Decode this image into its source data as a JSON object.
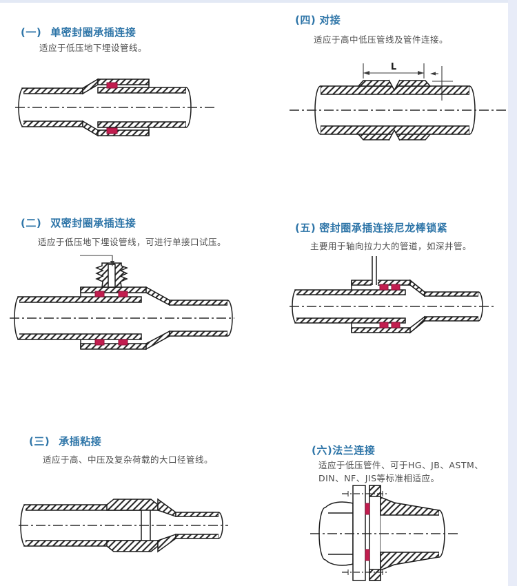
{
  "page": {
    "background": "#ffffff",
    "right_edge_strip_color": "#e8ecf8",
    "top_edge_strip_color": "#e3e9f5"
  },
  "colors": {
    "section_title": "#2e75a8",
    "body_text": "#4d4d4d",
    "drawing_line": "#1c1c1c",
    "seal_ring": "#c21d4f"
  },
  "sections": {
    "s1": {
      "num": "(一)",
      "title": "单密封圈承插连接",
      "desc": "适应于低压地下埋设管线。"
    },
    "s2": {
      "num": "(二)",
      "title": "双密封圈承插连接",
      "desc": "适应于低压地下埋设管线，可进行单接口试压。"
    },
    "s3": {
      "num": "(三)",
      "title": "承插粘接",
      "desc": "适应于高、中压及复杂荷载的大口径管线。"
    },
    "s4": {
      "num": "(四)",
      "title": "对接",
      "desc": "适应于高中低压管线及管件连接。"
    },
    "s5": {
      "num": "(五)",
      "title": "密封圈承插连接尼龙棒锁紧",
      "desc": "主要用于轴向拉力大的管道，如深井管。"
    },
    "s6": {
      "num": "(六)",
      "title": "法兰连接",
      "desc": "适应于低压管件、可于HG、JB、ASTM、DIN、NF、JIS等标准相适应。"
    }
  },
  "labels": {
    "dim_length": "L"
  }
}
